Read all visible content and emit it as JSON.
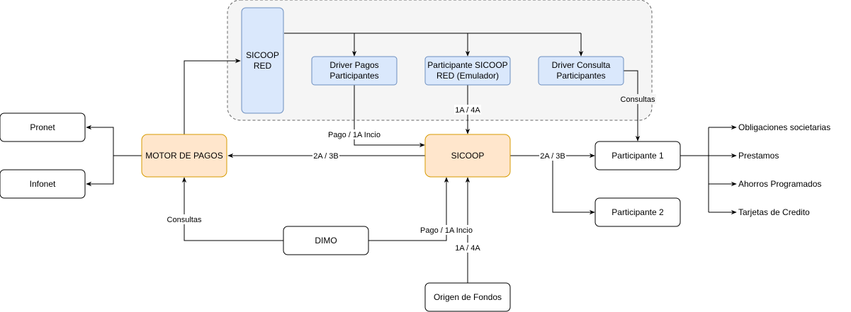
{
  "colors": {
    "group_fill": "#f5f5f5",
    "group_stroke": "#666666",
    "blue_fill": "#dae8fc",
    "blue_stroke": "#6c8ebf",
    "orange_fill": "#ffe6cc",
    "orange_stroke": "#d79b00",
    "plain_fill": "#ffffff",
    "plain_stroke": "#000000",
    "edge": "#000000"
  },
  "nodes": {
    "sicoop_red": [
      "SICOOP",
      "RED"
    ],
    "driver_pagos": [
      "Driver Pagos",
      "Participantes"
    ],
    "participante_emulador": [
      "Participante SICOOP",
      "RED (Emulador)"
    ],
    "driver_consulta": [
      "Driver Consulta",
      "Participantes"
    ],
    "pronet": "Pronet",
    "infonet": "Infonet",
    "motor_pagos": "MOTOR DE PAGOS",
    "sicoop": "SICOOP",
    "participante_1": "Participante 1",
    "participante_2": "Participante 2",
    "dimo": "DIMO",
    "origen_fondos": "Origen de Fondos"
  },
  "outputs": {
    "obligaciones": "Obligaciones societarias",
    "prestamos": "Prestamos",
    "ahorros": "Ahorros Programados",
    "tarjetas": "Tarjetas de Credito"
  },
  "edge_labels": {
    "consultas_right": "Consultas",
    "emulador_to_sicoop": "1A / 4A",
    "pago_driver": "Pago / 1A Incio",
    "sicoop_to_motor": "2A / 3B",
    "sicoop_to_participantes": "2A / 3B",
    "consultas_dimo": "Consultas",
    "pago_dimo": "Pago / 1A Incio",
    "origen_to_sicoop": "1A / 4A"
  }
}
